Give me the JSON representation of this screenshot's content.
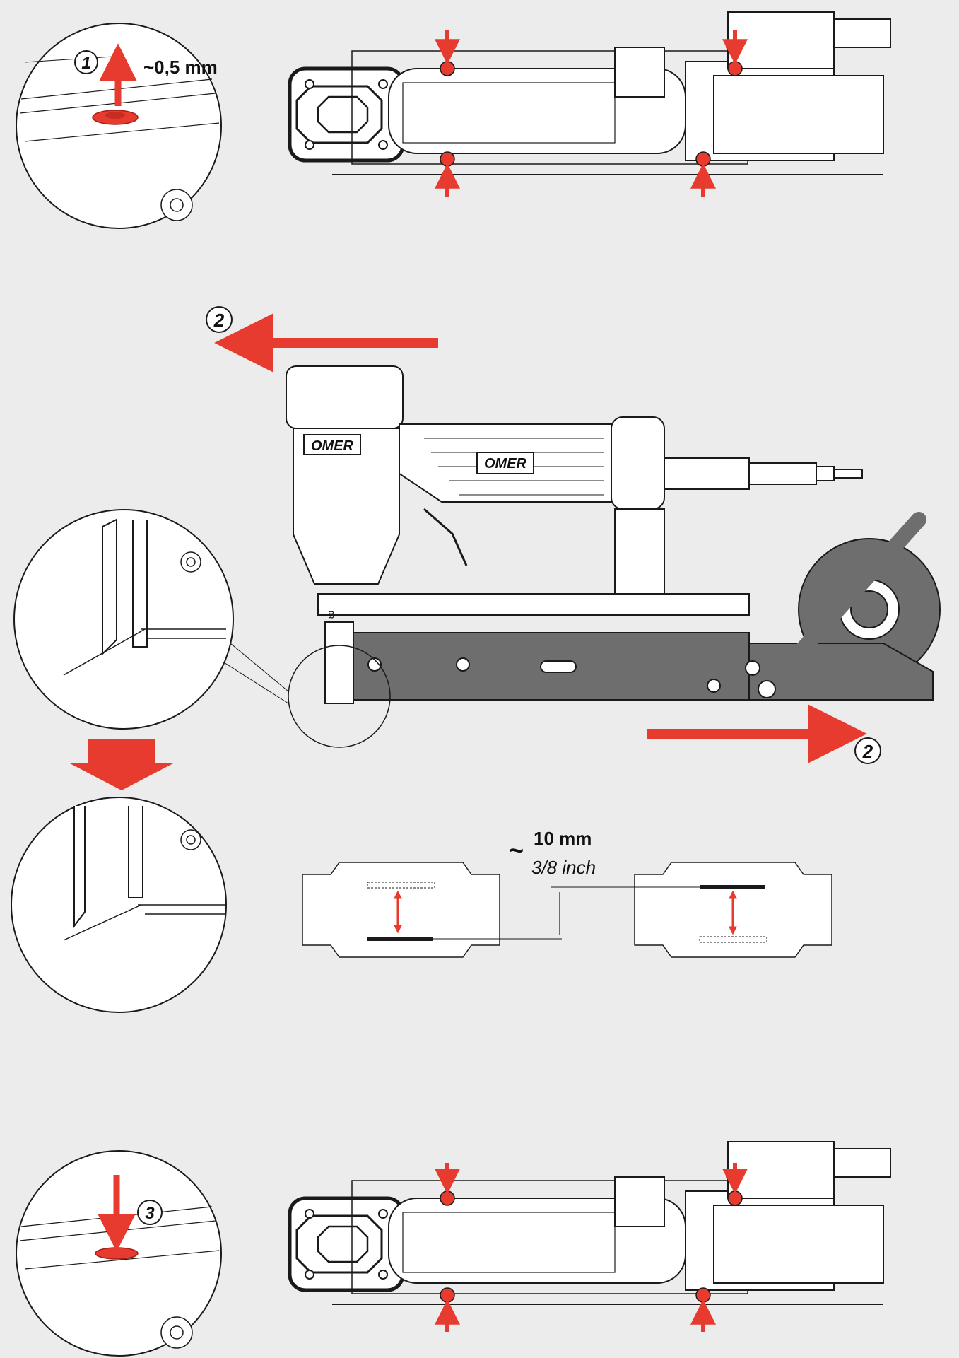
{
  "steps": {
    "step1_number": "1",
    "step2_number_top": "2",
    "step2_number_bottom": "2",
    "step3_number": "3"
  },
  "annotations": {
    "lift_amount": "~0,5 mm",
    "offset_tilde": "~",
    "offset_mm": "10 mm",
    "offset_inch": "3/8 inch",
    "magazine_mark": "80"
  },
  "brand": {
    "logo_text": "OMER"
  },
  "colors": {
    "accent_red": "#e63b2e",
    "outline": "#1a1a1a",
    "background": "#ececec",
    "body_fill": "#ffffff",
    "dark_part": "#6e6e6e"
  }
}
